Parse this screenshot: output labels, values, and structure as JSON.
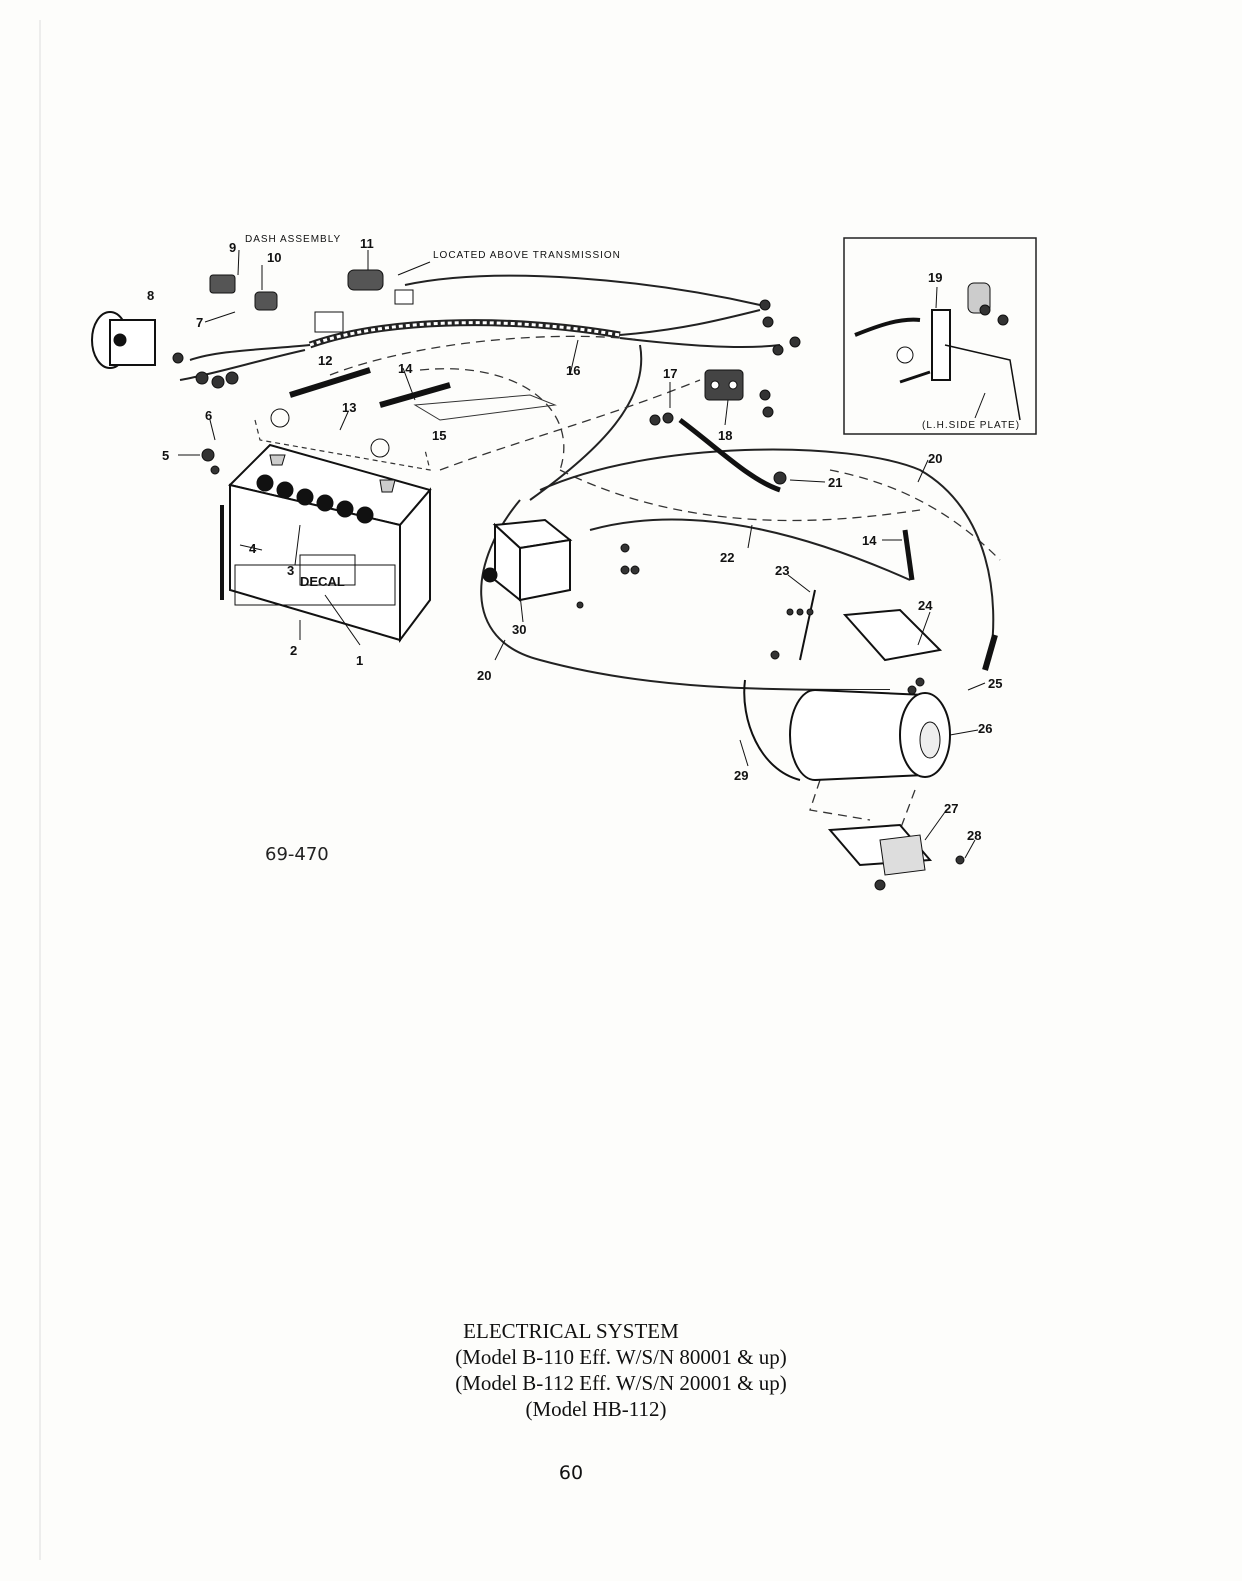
{
  "labels": {
    "dash_assembly": "DASH ASSEMBLY",
    "located_above": "LOCATED ABOVE TRANSMISSION",
    "lh_side_plate": "(L.H.SIDE PLATE)",
    "decal": "DECAL",
    "figure_code": "69-470"
  },
  "callouts": [
    "1",
    "2",
    "3",
    "4",
    "5",
    "6",
    "7",
    "8",
    "9",
    "10",
    "11",
    "12",
    "13",
    "14",
    "14",
    "15",
    "16",
    "17",
    "18",
    "19",
    "20",
    "20",
    "21",
    "22",
    "23",
    "24",
    "25",
    "26",
    "27",
    "28",
    "29",
    "30"
  ],
  "caption": {
    "title": "ELECTRICAL SYSTEM",
    "line1": "(Model B-110 Eff. W/S/N 80001 & up)",
    "line2": "(Model B-112 Eff. W/S/N 20001 & up)",
    "line3": "(Model HB-112)"
  },
  "page_number": "60"
}
